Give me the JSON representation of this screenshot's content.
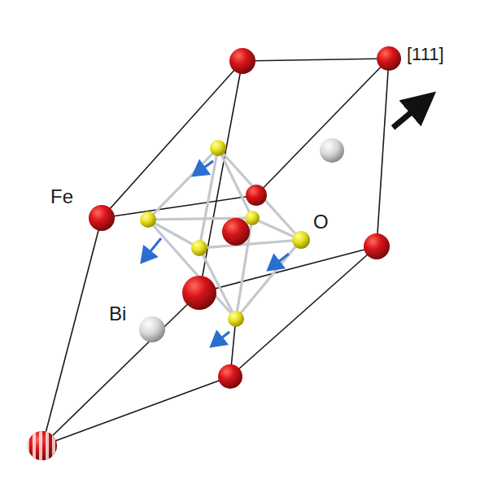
{
  "diagram": {
    "labels": [
      "Fe",
      "O",
      "Bi",
      "[111]"
    ]
  }
}
